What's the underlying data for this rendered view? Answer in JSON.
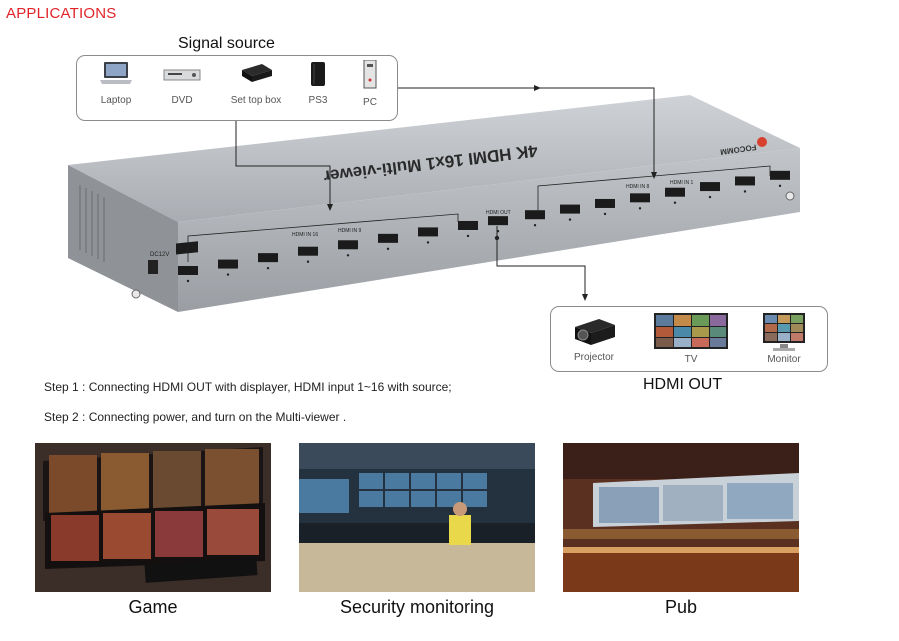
{
  "header": {
    "title": "APPLICATIONS"
  },
  "signal_source": {
    "title": "Signal source",
    "devices": [
      {
        "label": "Laptop",
        "icon": "laptop-icon"
      },
      {
        "label": "DVD",
        "icon": "dvd-player-icon"
      },
      {
        "label": "Set top box",
        "icon": "set-top-box-icon"
      },
      {
        "label": "PS3",
        "icon": "ps3-console-icon"
      },
      {
        "label": "PC",
        "icon": "pc-tower-icon"
      }
    ]
  },
  "device": {
    "name": "4K HDMI 16x1 Multi-viewer",
    "brand": "FOCOMM",
    "power_label": "DC12V",
    "port_labels": {
      "hdmi_out": "HDMI OUT",
      "in_16": "HDMI IN 16",
      "in_9": "HDMI IN 9",
      "in_8": "HDMI IN 8",
      "in_1": "HDMI IN 1"
    }
  },
  "hdmi_out": {
    "title": "HDMI OUT",
    "devices": [
      {
        "label": "Projector",
        "icon": "projector-icon"
      },
      {
        "label": "TV",
        "icon": "tv-icon"
      },
      {
        "label": "Monitor",
        "icon": "monitor-icon"
      }
    ]
  },
  "steps": [
    "Step 1 : Connecting HDMI OUT with displayer, HDMI input 1~16 with source;",
    "Step 2 : Connecting power, and turn on the Multi-viewer ."
  ],
  "applications": [
    {
      "caption": "Game"
    },
    {
      "caption": "Security monitoring"
    },
    {
      "caption": "Pub"
    }
  ],
  "colors": {
    "heading": "#e0242a",
    "device_body": "#b3b6ba",
    "line": "#222222"
  }
}
